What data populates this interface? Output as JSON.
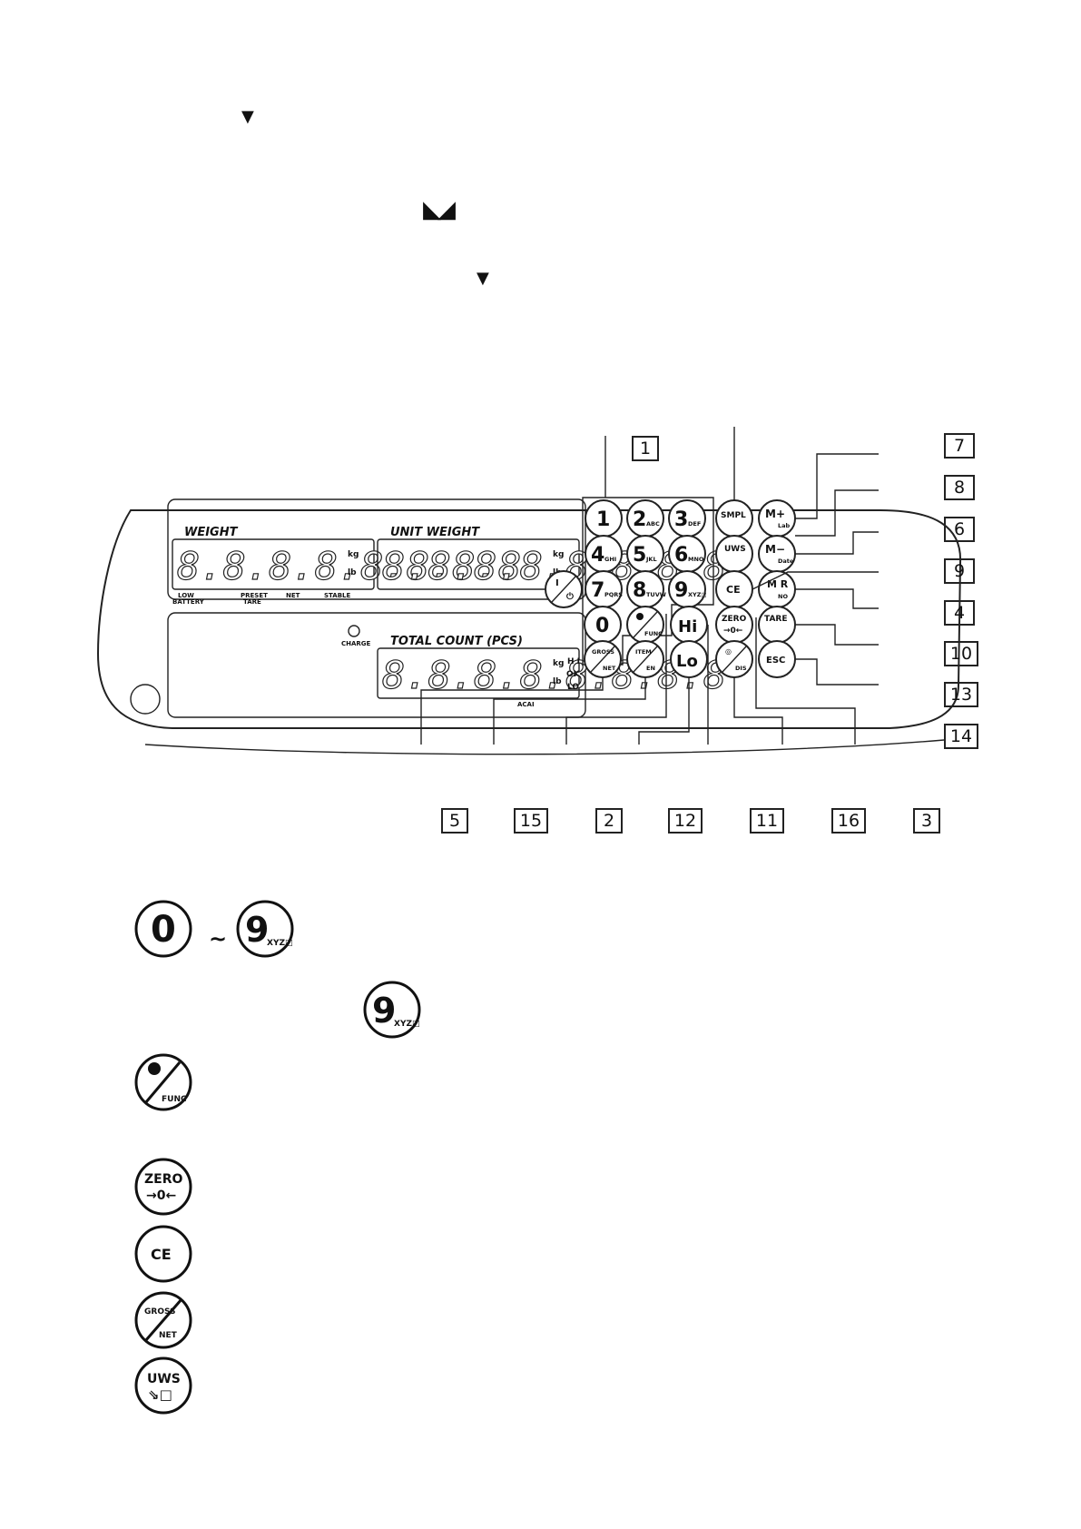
{
  "top_marks": [
    "▼",
    "◣◢",
    "▼"
  ],
  "panel": {
    "labels": {
      "weight": "WEIGHT",
      "unit_weight": "UNIT WEIGHT",
      "total_count": "TOTAL COUNT (PCS)",
      "low_battery_1": "LOW",
      "low_battery_2": "BATTERY",
      "preset_tare_1": "PRESET",
      "preset_tare_2": "TARE",
      "net": "NET",
      "stable": "STABLE",
      "charge": "CHARGE",
      "acai": "ACAI",
      "kg": "kg",
      "lb": "lb",
      "hi": "H I",
      "ok": "OK",
      "lo": "LO",
      "digits": "8.8.8.8.8.8.8.8"
    },
    "keys": {
      "k1": {
        "main": "1",
        "sub": ""
      },
      "k2": {
        "main": "2",
        "sub": "ABC"
      },
      "k3": {
        "main": "3",
        "sub": "DEF"
      },
      "k4": {
        "main": "4",
        "sub": "GHI"
      },
      "k5": {
        "main": "5",
        "sub": "JKL"
      },
      "k6": {
        "main": "6",
        "sub": "MNO"
      },
      "k7": {
        "main": "7",
        "sub": "PQRS"
      },
      "k8": {
        "main": "8",
        "sub": "TUVW"
      },
      "k9": {
        "main": "9",
        "sub": "XYZ□"
      },
      "k0": {
        "main": "0",
        "sub": ""
      },
      "power": {
        "top": "I",
        "bottom": "⏻"
      },
      "smpl": {
        "main": "SMPL"
      },
      "mplus": {
        "main": "M+",
        "sub": "Lab"
      },
      "uws": {
        "main": "UWS"
      },
      "mminus": {
        "main": "M−",
        "sub": "Date"
      },
      "ce": {
        "main": "CE"
      },
      "mr": {
        "main": "M R",
        "sub": "NO"
      },
      "func": {
        "sub": "FUNC"
      },
      "hi": {
        "main": "Hi"
      },
      "zero": {
        "main": "ZERO",
        "sub": "→0←"
      },
      "tare": {
        "main": "TARE"
      },
      "gross": {
        "top": "GROSS",
        "bottom": "NET"
      },
      "item": {
        "top": "ITEM",
        "bottom": "EN"
      },
      "lo": {
        "main": "Lo"
      },
      "dis": {
        "top": "◎",
        "bottom": "DIS"
      },
      "esc": {
        "main": "ESC"
      }
    },
    "callouts": [
      "1",
      "7",
      "8",
      "6",
      "9",
      "4",
      "10",
      "13",
      "14",
      "5",
      "15",
      "2",
      "12",
      "11",
      "16",
      "3"
    ]
  },
  "legend": {
    "range_from": "0",
    "range_tilde": "~",
    "range_to": "9",
    "range_to_sub": "XYZ□",
    "key9": "9",
    "key9_sub": "XYZ□",
    "func_sub": "FUNC",
    "zero_top": "ZERO",
    "zero_bottom": "→0←",
    "ce": "CE",
    "gross_top": "GROSS",
    "gross_bottom": "NET",
    "uws_top": "UWS",
    "uws_bottom": "⇘□"
  }
}
